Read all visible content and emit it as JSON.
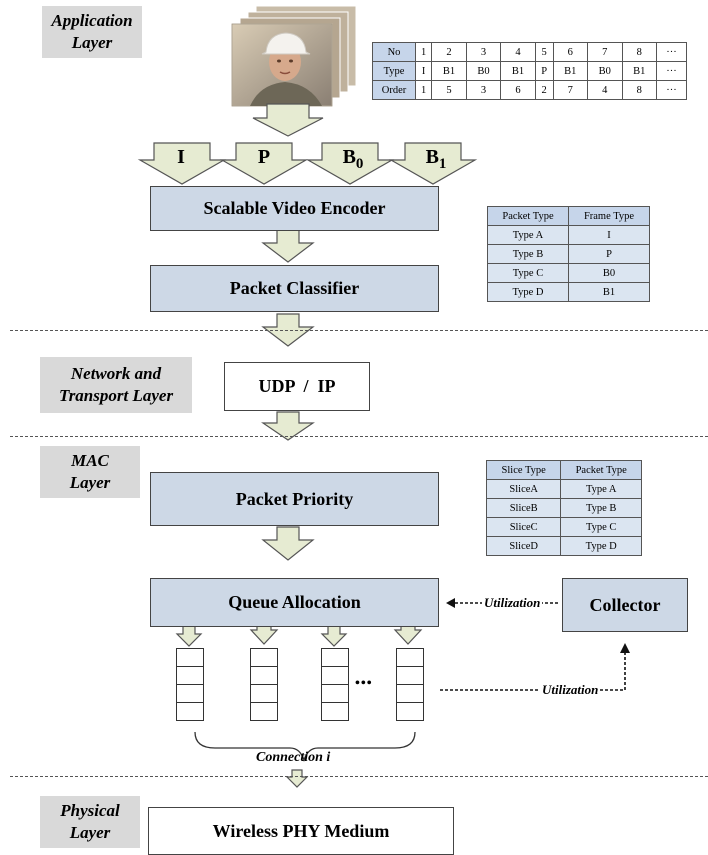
{
  "layers": {
    "application": [
      "Application",
      "Layer"
    ],
    "network": [
      "Network and",
      "Transport Layer"
    ],
    "mac": [
      "MAC",
      "Layer"
    ],
    "physical": [
      "Physical",
      "Layer"
    ]
  },
  "frame_arrows": [
    "I",
    "P",
    "B",
    "B"
  ],
  "frame_subs": [
    "",
    "",
    "0",
    "1"
  ],
  "boxes": {
    "encoder": "Scalable Video Encoder",
    "classifier": "Packet Classifier",
    "udp": "UDP  /  IP",
    "priority": "Packet Priority",
    "queue_allocation": "Queue Allocation",
    "collector": "Collector",
    "phy": "Wireless PHY Medium"
  },
  "frame_table": {
    "rows": [
      [
        "No",
        "1",
        "2",
        "3",
        "4",
        "5",
        "6",
        "7",
        "8",
        "···"
      ],
      [
        "Type",
        "I",
        "B1",
        "B0",
        "B1",
        "P",
        "B1",
        "B0",
        "B1",
        "···"
      ],
      [
        "Order",
        "1",
        "5",
        "3",
        "6",
        "2",
        "7",
        "4",
        "8",
        "···"
      ]
    ]
  },
  "packet_table": {
    "headers": [
      "Packet Type",
      "Frame Type"
    ],
    "rows": [
      [
        "Type A",
        "I"
      ],
      [
        "Type B",
        "P"
      ],
      [
        "Type C",
        "B0"
      ],
      [
        "Type D",
        "B1"
      ]
    ]
  },
  "slice_table": {
    "headers": [
      "Slice Type",
      "Packet Type"
    ],
    "rows": [
      [
        "SliceA",
        "Type A"
      ],
      [
        "SliceB",
        "Type B"
      ],
      [
        "SliceC",
        "Type C"
      ],
      [
        "SliceD",
        "Type D"
      ]
    ]
  },
  "labels": {
    "utilization_top": "Utilization",
    "utilization_bottom": "Utilization",
    "connection": "Connection i",
    "ellipsis": "•••"
  },
  "colors": {
    "box_fill": "#cdd8e6",
    "arrow_fill": "#e6ebd2",
    "label_bg": "#d9d9d9",
    "table_header": "#c6d5ea"
  }
}
